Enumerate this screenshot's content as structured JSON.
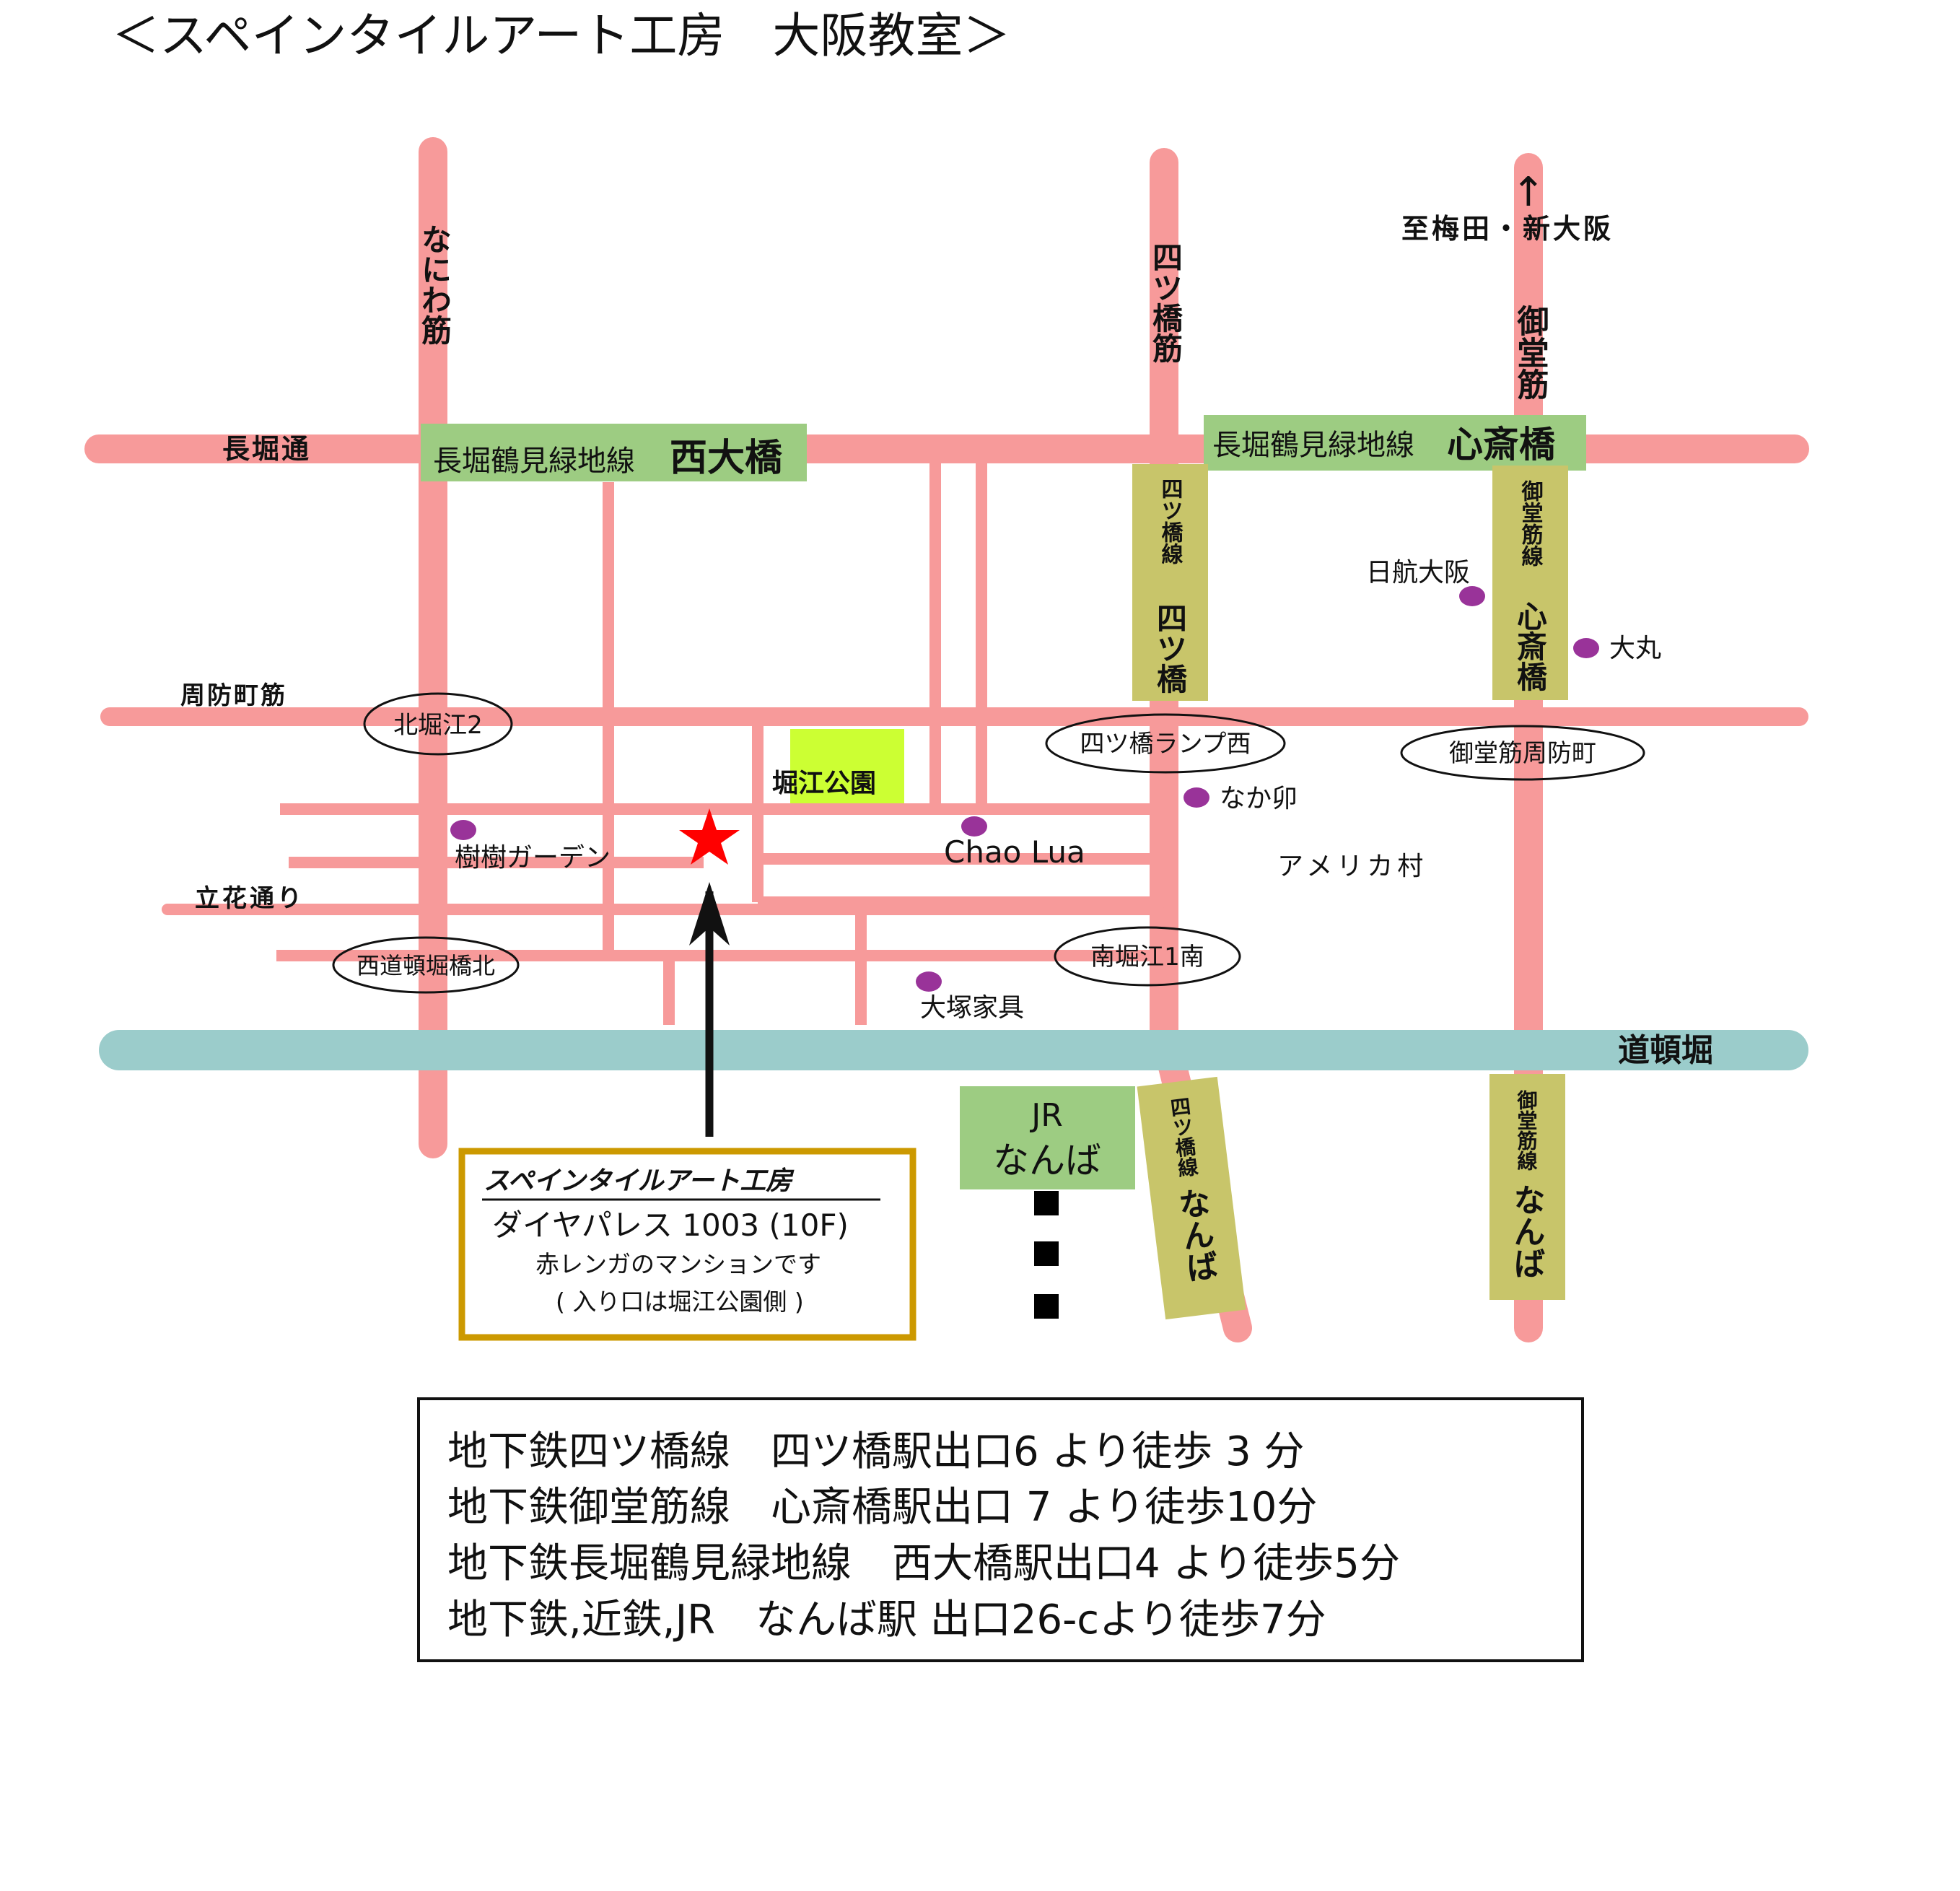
{
  "title": "＜スペインタイルアート工房　大阪教室＞",
  "colors": {
    "road": "#f79a9a",
    "river": "#9bcccb",
    "station_green": "#9dcc82",
    "line_khaki": "#c8c56a",
    "park": "#ccff33",
    "poi": "#993399",
    "star": "#ff0000",
    "studio_border": "#cc9900"
  },
  "streets": {
    "naniwa_suji": "なにわ筋",
    "yotsubashi_suji": "四ツ橋筋",
    "midosuji": "御堂筋",
    "nagahori_dori": "長堀通",
    "suo_machi_suji": "周防町筋",
    "tachibana_dori": "立花通り",
    "dotonbori": "道頓堀",
    "to_umeda": "至梅田・新大阪",
    "north_arrow": "↑"
  },
  "stations": {
    "nishiohashi": {
      "line": "長堀鶴見緑地線",
      "name": "西大橋"
    },
    "shinsaibashi_nagahori": {
      "line": "長堀鶴見緑地線",
      "name": "心斎橋"
    },
    "yotsubashi": {
      "line": "四ツ橋線",
      "name": "四ツ橋"
    },
    "shinsaibashi_midosuji": {
      "line": "御堂筋線",
      "name": "心斎橋"
    },
    "jr_namba": {
      "line": "JR",
      "name": "なんば"
    },
    "namba_yotsubashi": {
      "line": "四ツ橋線",
      "name": "なんば"
    },
    "namba_midosuji": {
      "line": "御堂筋線",
      "name": "なんば"
    }
  },
  "intersections": {
    "kitahorie2": "北堀江2",
    "yotsubashi_lamp_nishi": "四ツ橋ランプ西",
    "midosuji_suomachi": "御堂筋周防町",
    "nishidotonbori_bashi_kita": "西道頓堀橋北",
    "minamihorie1_minami": "南堀江1南"
  },
  "landmarks": {
    "horie_park": "堀江公園",
    "jukuju_garden": "樹樹ガーデン",
    "chao_lua": "Chao Lua",
    "nakau": "なか卯",
    "american_village": "アメリカ村",
    "otsuka_kagu": "大塚家具",
    "jal_osaka": "日航大阪",
    "daimaru": "大丸"
  },
  "studio": {
    "name": "スペインタイルアート工房",
    "building": "ダイヤパレス 1003 (10F)",
    "note": "赤レンガのマンションです",
    "entrance": "( 入り口は堀江公園側 )"
  },
  "access": [
    "地下鉄四ツ橋線　四ツ橋駅出口6 より徒歩 3 分",
    "地下鉄御堂筋線　心斎橋駅出口 7 より徒歩10分",
    "地下鉄長堀鶴見緑地線　西大橋駅出口4 より徒歩5分",
    "地下鉄,近鉄,JR　なんば駅 出口26-cより徒歩7分"
  ]
}
